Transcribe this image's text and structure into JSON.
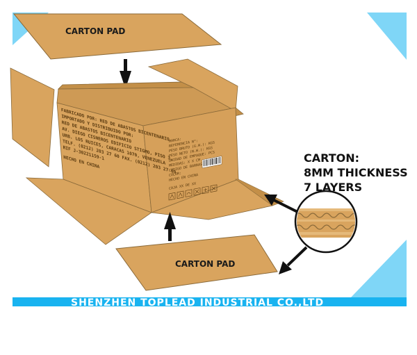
{
  "top_pad": {
    "label": "CARTON PAD"
  },
  "bottom_pad": {
    "label": "CARTON PAD"
  },
  "carton_spec": {
    "line1": "CARTON:",
    "line2": "8MM THICKNESS",
    "line3": "7 LAYERS"
  },
  "box_side_text": [
    "FABRICADO POR:  RED DE ABASTOS BICENTENARIO",
    "IMPORTADO Y DISTRIBUIDO POR:",
    "RED DE ABASTOS BICENTENARIO",
    "AV. DIEGO CISNEROS EDIFICIO STIGMO, PISO 3,",
    "URB. LOS RUICES, CARACAS 1070, VENEZUELA",
    "TELF. (0212) 203 27 60 FAX. (0212) 203 27 60",
    "RIF J-30221159-1",
    "HECHO EN CHINA"
  ],
  "box_front_text": [
    "MARCA:",
    "REFERENCIA N°:",
    "PESO BRUTO (G.W.):       KGS",
    "PESO NETO (N.W.):        KGS",
    "UNIDAD DE EMPAQUE:       PCS",
    "MEDIDAS:    X    X    CM",
    "CODIGO DE BARRAS:",
    "COLOR:",
    "HECHO EN CHINA",
    "CAJA  XX  DE  XX"
  ],
  "footer": {
    "company": "SHENZHEN TOPLEAD INDUSTRIAL CO.,LTD"
  },
  "colors": {
    "cardboard": "#D9A45E",
    "cardboard_dark": "#C38F48",
    "cardboard_inside": "#CE9A55",
    "accent_blue": "#19B3F0",
    "light_blue": "#7FD6F7",
    "text_dark": "#111111"
  }
}
